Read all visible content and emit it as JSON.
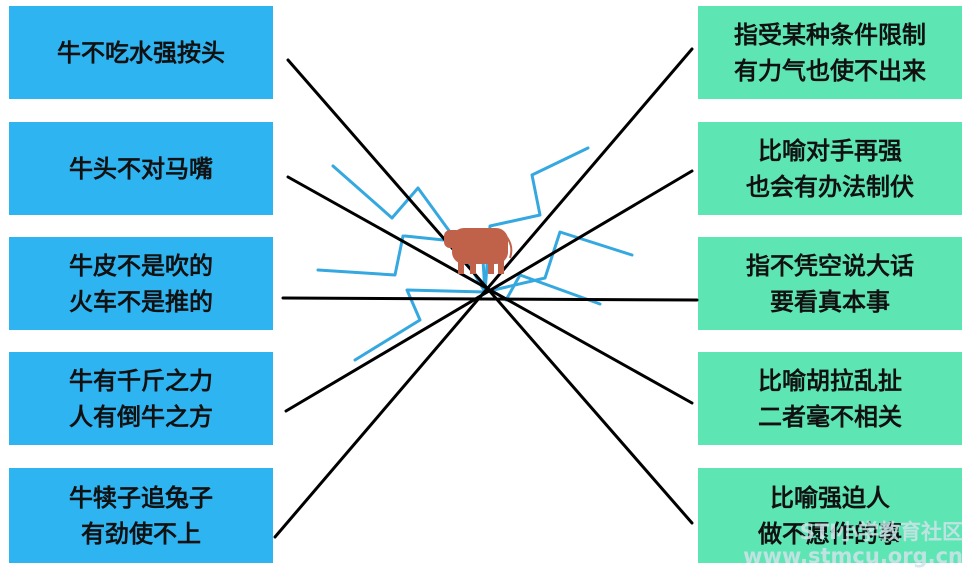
{
  "left_items": [
    {
      "lines": [
        "牛不吃水强按头"
      ]
    },
    {
      "lines": [
        "牛头不对马嘴"
      ]
    },
    {
      "lines": [
        "牛皮不是吹的",
        "火车不是推的"
      ]
    },
    {
      "lines": [
        "牛有千斤之力",
        "人有倒牛之方"
      ]
    },
    {
      "lines": [
        "牛犊子追兔子",
        "有劲使不上"
      ]
    }
  ],
  "right_items": [
    {
      "lines": [
        "指受某种条件限制",
        "有力气也使不出来"
      ]
    },
    {
      "lines": [
        "比喻对手再强",
        "也会有办法制伏"
      ]
    },
    {
      "lines": [
        "指不凭空说大话",
        "要看真本事"
      ]
    },
    {
      "lines": [
        "比喻胡拉乱扯",
        "二者毫不相关"
      ]
    },
    {
      "lines": [
        "比喻强迫人",
        "做不愿作的事"
      ]
    }
  ],
  "watermark": {
    "line1": "STI小学教育社区",
    "line2": "www.stmcu.org.cn"
  },
  "colors": {
    "left_card": "#2fb4f2",
    "right_card": "#5de6b4",
    "connector": "#000000",
    "scribble": "#35a8e0",
    "cow": "#c0614a"
  },
  "icons": {
    "center": "cow-icon"
  }
}
